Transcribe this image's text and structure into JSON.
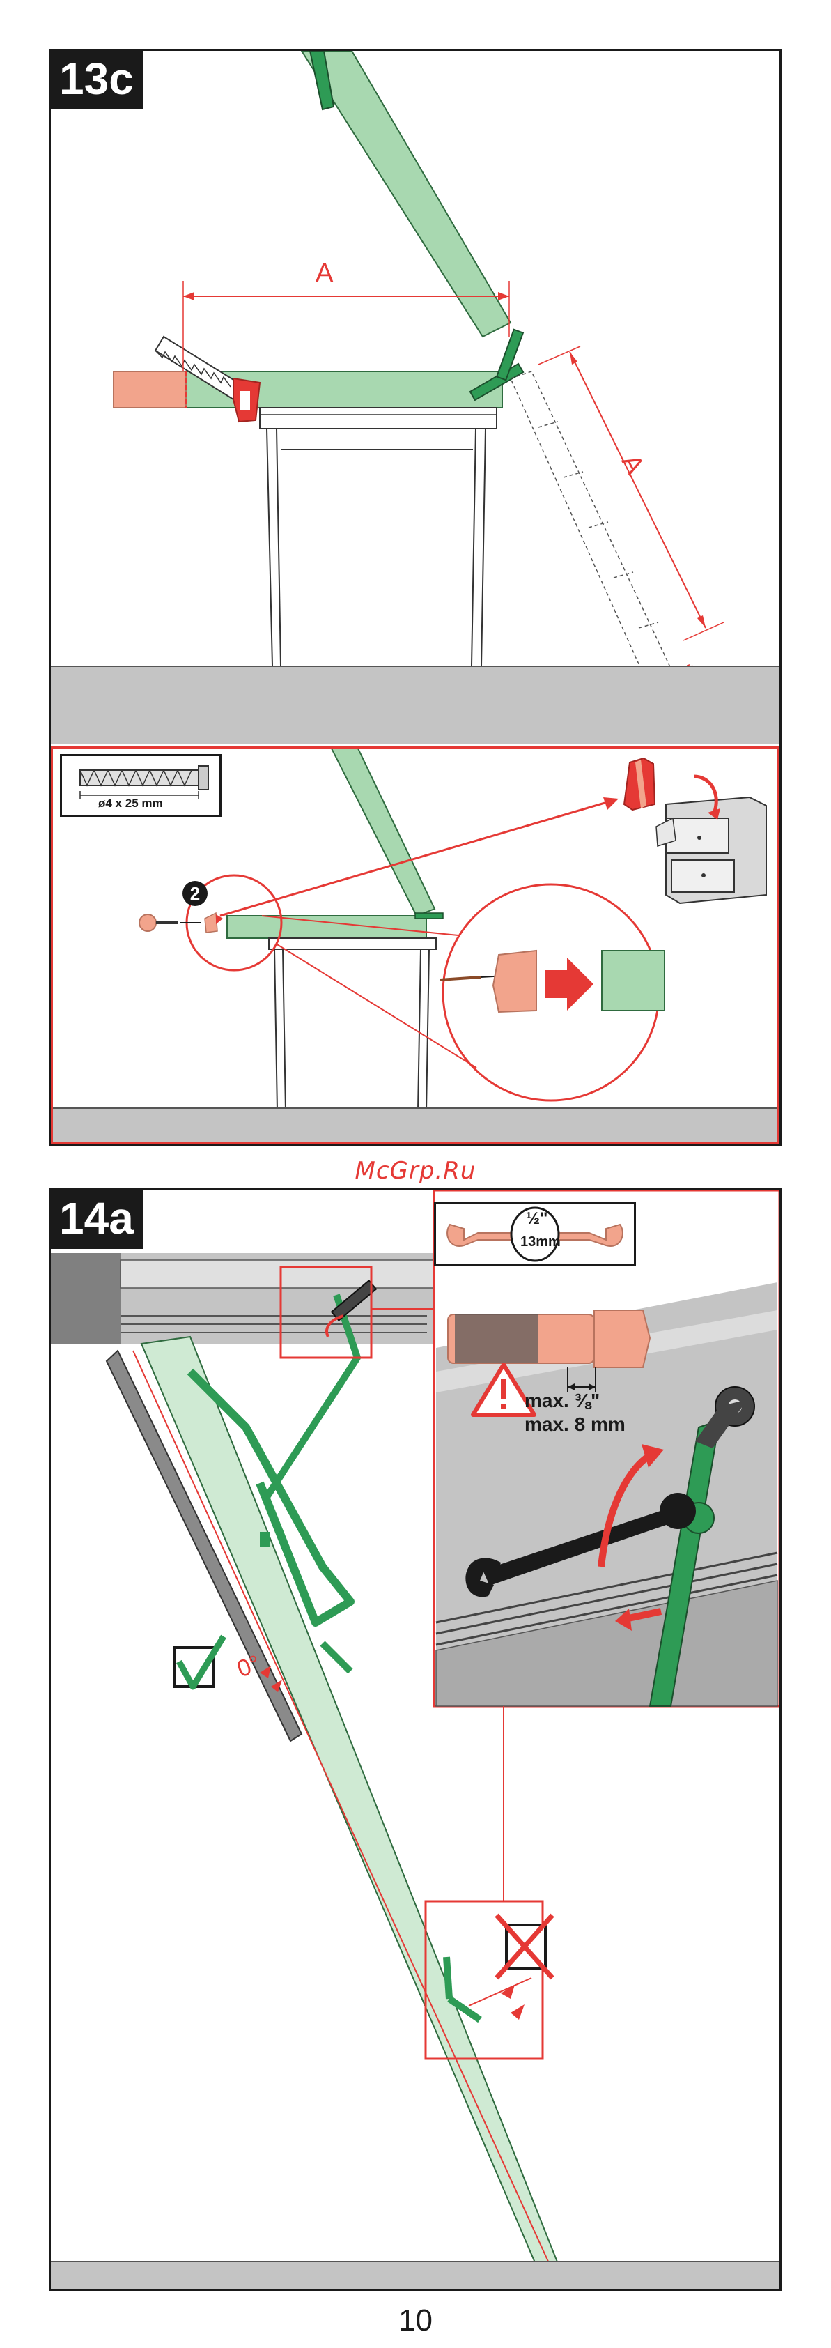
{
  "panel_13c": {
    "step_label": "13c",
    "dimension_label_horizontal": "A",
    "dimension_label_diagonal": "A",
    "screw_spec": "ø4 x 25 mm",
    "step_marker": "2"
  },
  "watermark": "McGrp.Ru",
  "panel_14a": {
    "step_label": "14a",
    "wrench_size_inch": "½\"",
    "wrench_size_mm": "13mm",
    "max_inch": "max. ⅜\"",
    "max_mm": "max. 8 mm",
    "angle_label": "0°"
  },
  "page_number": "10",
  "colors": {
    "rail_green": "#a8d8b0",
    "dark_green": "#2e9b55",
    "accent_red": "#e53935",
    "salmon": "#f2a48c",
    "floor_gray": "#c4c4c4"
  },
  "icons": [
    "saw-icon",
    "screw-icon",
    "drawer-cabinet-icon",
    "wrench-icon",
    "warning-icon",
    "checkmark-icon",
    "cross-icon",
    "arrow-icon"
  ]
}
